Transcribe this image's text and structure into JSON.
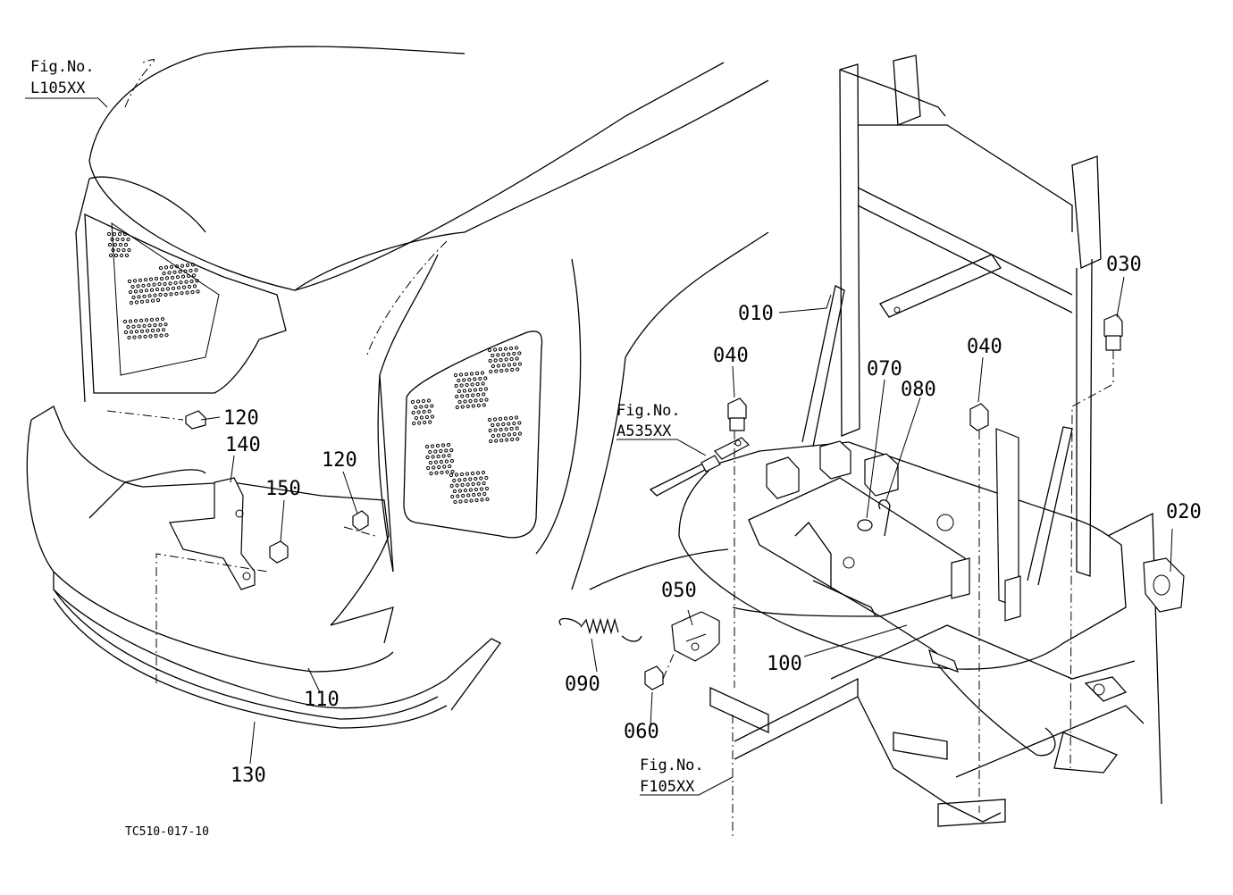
{
  "diagram": {
    "drawing_code": "TC510-017-10",
    "references": [
      {
        "id": "ref-l105",
        "line1": "Fig.No.",
        "line2": "L105XX"
      },
      {
        "id": "ref-a535",
        "line1": "Fig.No.",
        "line2": "A535XX"
      },
      {
        "id": "ref-f105",
        "line1": "Fig.No.",
        "line2": "F105XX"
      }
    ],
    "parts": [
      {
        "id": "p010",
        "number": "010"
      },
      {
        "id": "p020",
        "number": "020"
      },
      {
        "id": "p030",
        "number": "030"
      },
      {
        "id": "p040a",
        "number": "040"
      },
      {
        "id": "p040b",
        "number": "040"
      },
      {
        "id": "p050",
        "number": "050"
      },
      {
        "id": "p060",
        "number": "060"
      },
      {
        "id": "p070",
        "number": "070"
      },
      {
        "id": "p080",
        "number": "080"
      },
      {
        "id": "p090",
        "number": "090"
      },
      {
        "id": "p100",
        "number": "100"
      },
      {
        "id": "p110",
        "number": "110"
      },
      {
        "id": "p120a",
        "number": "120"
      },
      {
        "id": "p120b",
        "number": "120"
      },
      {
        "id": "p130",
        "number": "130"
      },
      {
        "id": "p140",
        "number": "140"
      },
      {
        "id": "p150",
        "number": "150"
      }
    ]
  }
}
